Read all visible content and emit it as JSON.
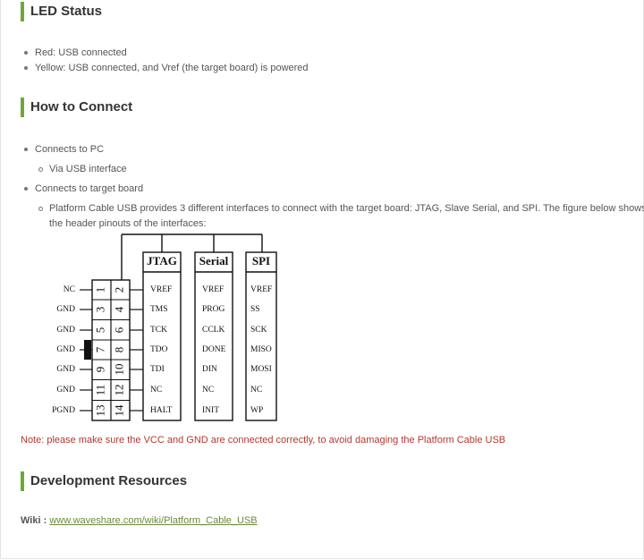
{
  "sections": {
    "led": {
      "title": "LED Status",
      "items": [
        "Red: USB connected",
        "Yellow: USB connected, and Vref (the target board) is powered"
      ]
    },
    "connect": {
      "title": "How to Connect",
      "item1": "Connects to PC",
      "item1_sub": "Via USB interface",
      "item2": "Connects to target board",
      "item2_sub_line1": "Platform Cable USB provides 3 different interfaces to connect with the target board: JTAG, Slave Serial, and SPI. The figure below shows",
      "item2_sub_line2": "the header pinouts of the interfaces:"
    },
    "dev": {
      "title": "Development Resources"
    }
  },
  "diagram": {
    "headers": [
      "JTAG",
      "Serial",
      "SPI"
    ],
    "left_labels": [
      "NC",
      "GND",
      "GND",
      "GND",
      "GND",
      "GND",
      "PGND"
    ],
    "odd_pins": [
      "1",
      "3",
      "5",
      "7",
      "9",
      "11",
      "13"
    ],
    "even_pins": [
      "2",
      "4",
      "6",
      "8",
      "10",
      "12",
      "14"
    ],
    "jtag": [
      "VREF",
      "TMS",
      "TCK",
      "TDO",
      "TDI",
      "NC",
      "HALT"
    ],
    "serial": [
      "VREF",
      "PROG",
      "CCLK",
      "DONE",
      "DIN",
      "NC",
      "INIT"
    ],
    "spi": [
      "VREF",
      "SS",
      "SCK",
      "MISO",
      "MOSI",
      "NC",
      "WP"
    ]
  },
  "note": "Note: please make sure the VCC and GND are connected correctly, to avoid damaging the Platform Cable USB",
  "wiki": {
    "label": "Wiki :",
    "link": "www.waveshare.com/wiki/Platform_Cable_USB"
  }
}
